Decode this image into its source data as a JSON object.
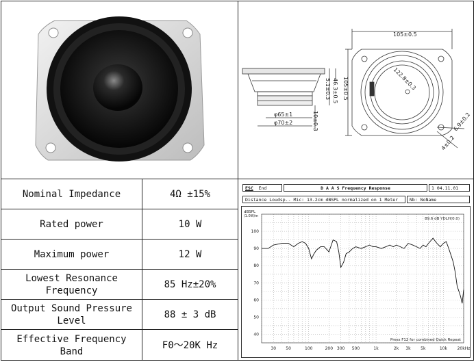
{
  "specs": [
    {
      "label": "Nominal Impedance",
      "value": "4Ω ±15%"
    },
    {
      "label": "Rated power",
      "value": "10 W"
    },
    {
      "label": "Maximum power",
      "value": "12 W"
    },
    {
      "label": "Lowest Resonance Frequency",
      "value": "85 Hz±20%"
    },
    {
      "label": "Output Sound Pressure Level",
      "value": "88 ± 3 dB"
    },
    {
      "label": "Effective Frequency Band",
      "value": "F0～20K Hz"
    }
  ],
  "drawing": {
    "width_label": "105±0.5",
    "height_label": "105±0.5",
    "depth_label1": "46.3±0.5",
    "depth_label2": "5.1±0.3",
    "dia1": "φ65±1",
    "dia2": "φ70±2",
    "mag_h": "10±0.3",
    "pcd": "122.8±0.3",
    "hole1": "6.9±0.2",
    "hole2": "4±0.2"
  },
  "fr_panel": {
    "esc": "ESC",
    "end": "End",
    "title": "D A A S  Frequency Response",
    "date_prefix": "1",
    "date": "04.11.01",
    "distance": "Distance Loudsp.- Mic: 13.2cm dBSPL normalized on 1 Meter",
    "nb": "Nb: NoName",
    "yaxis_unit": "dBSPL",
    "yaxis_sub": "/1.0W/m",
    "annotation": "89.6 dB YDLH(0.0)",
    "footer": "Press F12 for combined Quick Repeat"
  },
  "chart_data": {
    "type": "line",
    "xscale": "log",
    "xlim": [
      20,
      20000
    ],
    "ylim": [
      35,
      110
    ],
    "yticks": [
      40,
      50,
      60,
      70,
      80,
      90,
      100
    ],
    "xtick_labels": [
      "30",
      "50",
      "100",
      "200",
      "300",
      "500",
      "1k",
      "2k",
      "3k",
      "5k",
      "10k",
      "20kHz"
    ],
    "xtick_values": [
      30,
      50,
      100,
      200,
      300,
      500,
      1000,
      2000,
      3000,
      5000,
      10000,
      20000
    ],
    "series": [
      {
        "x": [
          20,
          25,
          30,
          40,
          50,
          60,
          70,
          80,
          90,
          100,
          110,
          120,
          130,
          150,
          170,
          200,
          230,
          260,
          280,
          300,
          330,
          360,
          400,
          450,
          500,
          600,
          700,
          800,
          900,
          1000,
          1200,
          1400,
          1600,
          1800,
          2000,
          2300,
          2600,
          3000,
          3500,
          4000,
          4500,
          5000,
          5500,
          6000,
          7000,
          8000,
          9000,
          10000,
          11000,
          12000,
          13000,
          14000,
          15000,
          16000,
          17000,
          18000,
          19000,
          20000
        ],
        "y": [
          90,
          90,
          92,
          93,
          93,
          91,
          93,
          94,
          93,
          90,
          84,
          87,
          89,
          91,
          91,
          88,
          95,
          94,
          88,
          79,
          82,
          87,
          88,
          90,
          91,
          90,
          91,
          92,
          91,
          91,
          90,
          91,
          92,
          91,
          92,
          91,
          90,
          93,
          92,
          91,
          90,
          92,
          91,
          93,
          96,
          93,
          91,
          93,
          94,
          90,
          86,
          82,
          76,
          68,
          65,
          62,
          58,
          66
        ]
      }
    ]
  },
  "colors": {
    "speaker_dark": "#141414",
    "frame_silver": "#d8d8d8",
    "grid": "#9a9a9a"
  }
}
